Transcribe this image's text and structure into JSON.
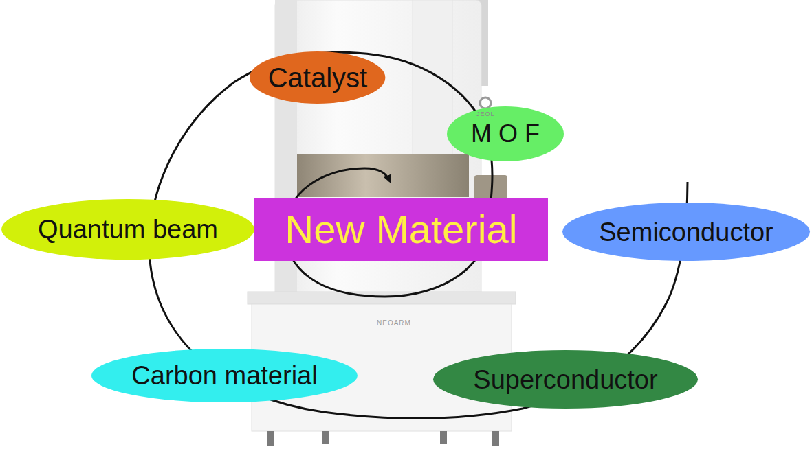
{
  "diagram": {
    "nodes": [
      {
        "text": [
          "Catalyst"
        ]
      },
      {
        "text": [
          "M O F"
        ]
      },
      {
        "text": [
          "Quantum beam"
        ]
      },
      {
        "text": [
          "New Material"
        ]
      },
      {
        "text": [
          "Semiconductor"
        ]
      },
      {
        "text": [
          "Carbon material"
        ]
      },
      {
        "text": [
          "Superconductor"
        ]
      }
    ],
    "labels": [
      "JEOL",
      "NEOARM"
    ]
  }
}
